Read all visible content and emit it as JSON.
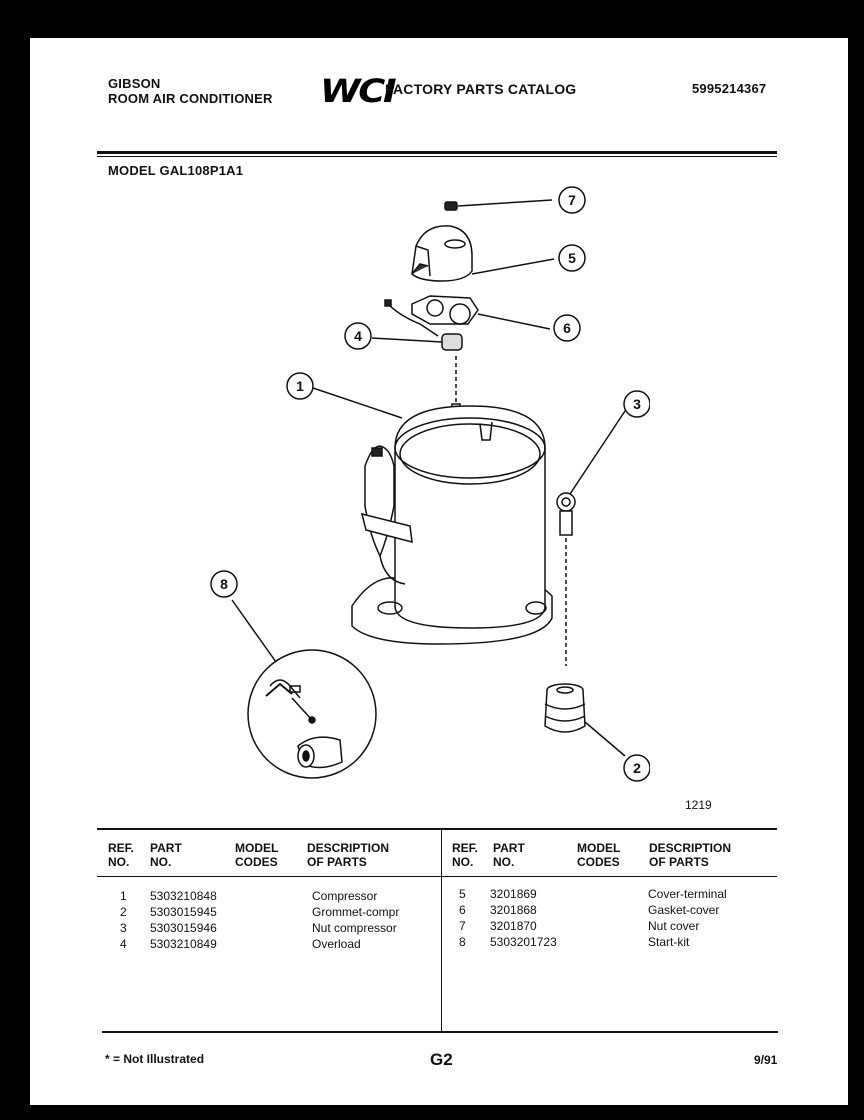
{
  "header": {
    "brand_line1": "GIBSON",
    "brand_line2": "ROOM AIR CONDITIONER",
    "logo_text": "WCI",
    "catalog_title": "FACTORY PARTS CATALOG",
    "catalog_number": "5995214367"
  },
  "model_label": "MODEL GAL108P1A1",
  "diagram": {
    "callouts": [
      "1",
      "2",
      "3",
      "4",
      "5",
      "6",
      "7",
      "8"
    ],
    "figure_number": "1219"
  },
  "table": {
    "headers": {
      "ref": [
        "REF.",
        "NO."
      ],
      "part": [
        "PART",
        "NO."
      ],
      "model": [
        "MODEL",
        "CODES"
      ],
      "desc": [
        "DESCRIPTION",
        "OF PARTS"
      ]
    },
    "left_rows": [
      {
        "ref": "1",
        "part": "5303210848",
        "desc": "Compressor"
      },
      {
        "ref": "2",
        "part": "5303015945",
        "desc": "Grommet-compr"
      },
      {
        "ref": "3",
        "part": "5303015946",
        "desc": "Nut compressor"
      },
      {
        "ref": "4",
        "part": "5303210849",
        "desc": "Overload"
      }
    ],
    "right_rows": [
      {
        "ref": "5",
        "part": "3201869",
        "desc": "Cover-terminal"
      },
      {
        "ref": "6",
        "part": "3201868",
        "desc": "Gasket-cover"
      },
      {
        "ref": "7",
        "part": "3201870",
        "desc": "Nut cover"
      },
      {
        "ref": "8",
        "part": "5303201723",
        "desc": "Start-kit"
      }
    ]
  },
  "footer": {
    "note": "* = Not Illustrated",
    "page": "G2",
    "date": "9/91"
  }
}
